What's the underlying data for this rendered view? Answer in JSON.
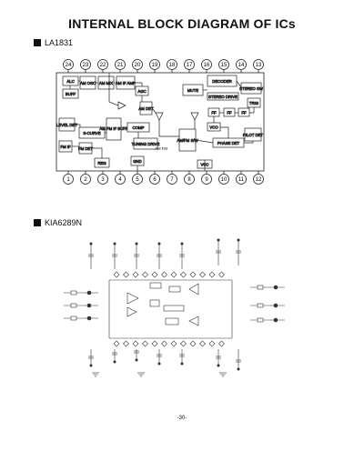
{
  "page": {
    "title": "INTERNAL BLOCK DIAGRAM OF ICs",
    "page_number": "-30-"
  },
  "section1": {
    "heading": "LA1831",
    "pins_top": [
      "24",
      "23",
      "22",
      "21",
      "20",
      "19",
      "18",
      "17",
      "16",
      "15",
      "14",
      "13"
    ],
    "pins_bottom": [
      "1",
      "2",
      "3",
      "4",
      "5",
      "6",
      "7",
      "8",
      "9",
      "10",
      "11",
      "12"
    ],
    "blocks": {
      "alc": "ALC",
      "am_osc": "AM OSC",
      "buff": "BUFF",
      "am_mix": "AM MIX",
      "am_if_amp": "AM IF AMP",
      "agc": "AGC",
      "am_det": "AM DET",
      "mute": "MUTE",
      "decoder": "DECODER",
      "stereo_sw": "STEREO SW",
      "stereo_drive": "STEREO DRIVE",
      "trig": "TRIG",
      "ff1": "FF",
      "ff2": "FF",
      "ff3": "FF",
      "vco": "VCO",
      "level_det": "LEVEL DET",
      "fm_if": "FM IF",
      "s_curve": "S-CURVE",
      "am_fm_if_buff": "AM FM IF BUFF",
      "comp": "COMP",
      "tuning_drive": "TUNING DRIVE",
      "fm_det": "FM DET",
      "reg": "REG",
      "gnd": "GND",
      "am_fm_sw": "AM/FM S/W",
      "phase_det": "PHASE DET",
      "pilot_det": "PILOT DET",
      "vcc": "VCC",
      "am_fm": "AM FM"
    }
  },
  "section2": {
    "heading": "KIA6289N"
  }
}
